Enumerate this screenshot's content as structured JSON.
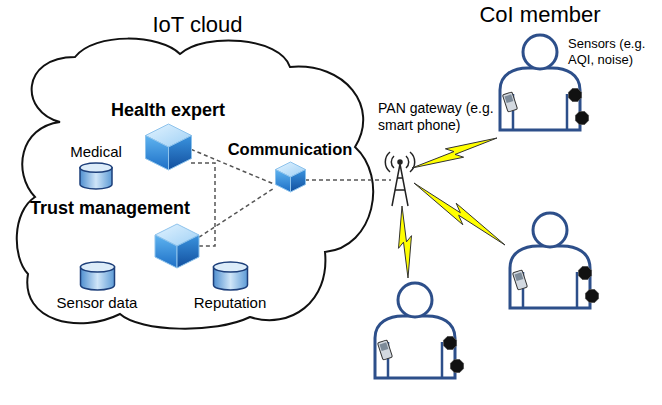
{
  "diagram": {
    "nodes": [
      {
        "text": [
          "IoT cloud"
        ]
      },
      {
        "text": [
          "Health expert"
        ],
        "in": 0
      },
      {
        "text": [
          "Medical"
        ],
        "in": 0
      },
      {
        "text": [
          "Communication"
        ],
        "in": 0
      },
      {
        "text": [
          "Trust management"
        ],
        "in": 0
      },
      {
        "text": [
          "Sensor data"
        ],
        "in": 0
      },
      {
        "text": [
          "Reputation"
        ],
        "in": 0
      },
      {
        "text": [
          "CoI member"
        ]
      }
    ],
    "edges": [
      {
        "from": 1,
        "to": 3,
        "arrow": "none"
      },
      {
        "from": 1,
        "to": 4,
        "arrow": "none"
      },
      {
        "from": 4,
        "to": 3,
        "arrow": "none"
      }
    ],
    "labels": [
      "Sensors (e.g. AQI, noise)",
      "PAN gateway (e.g. smart phone)"
    ]
  }
}
